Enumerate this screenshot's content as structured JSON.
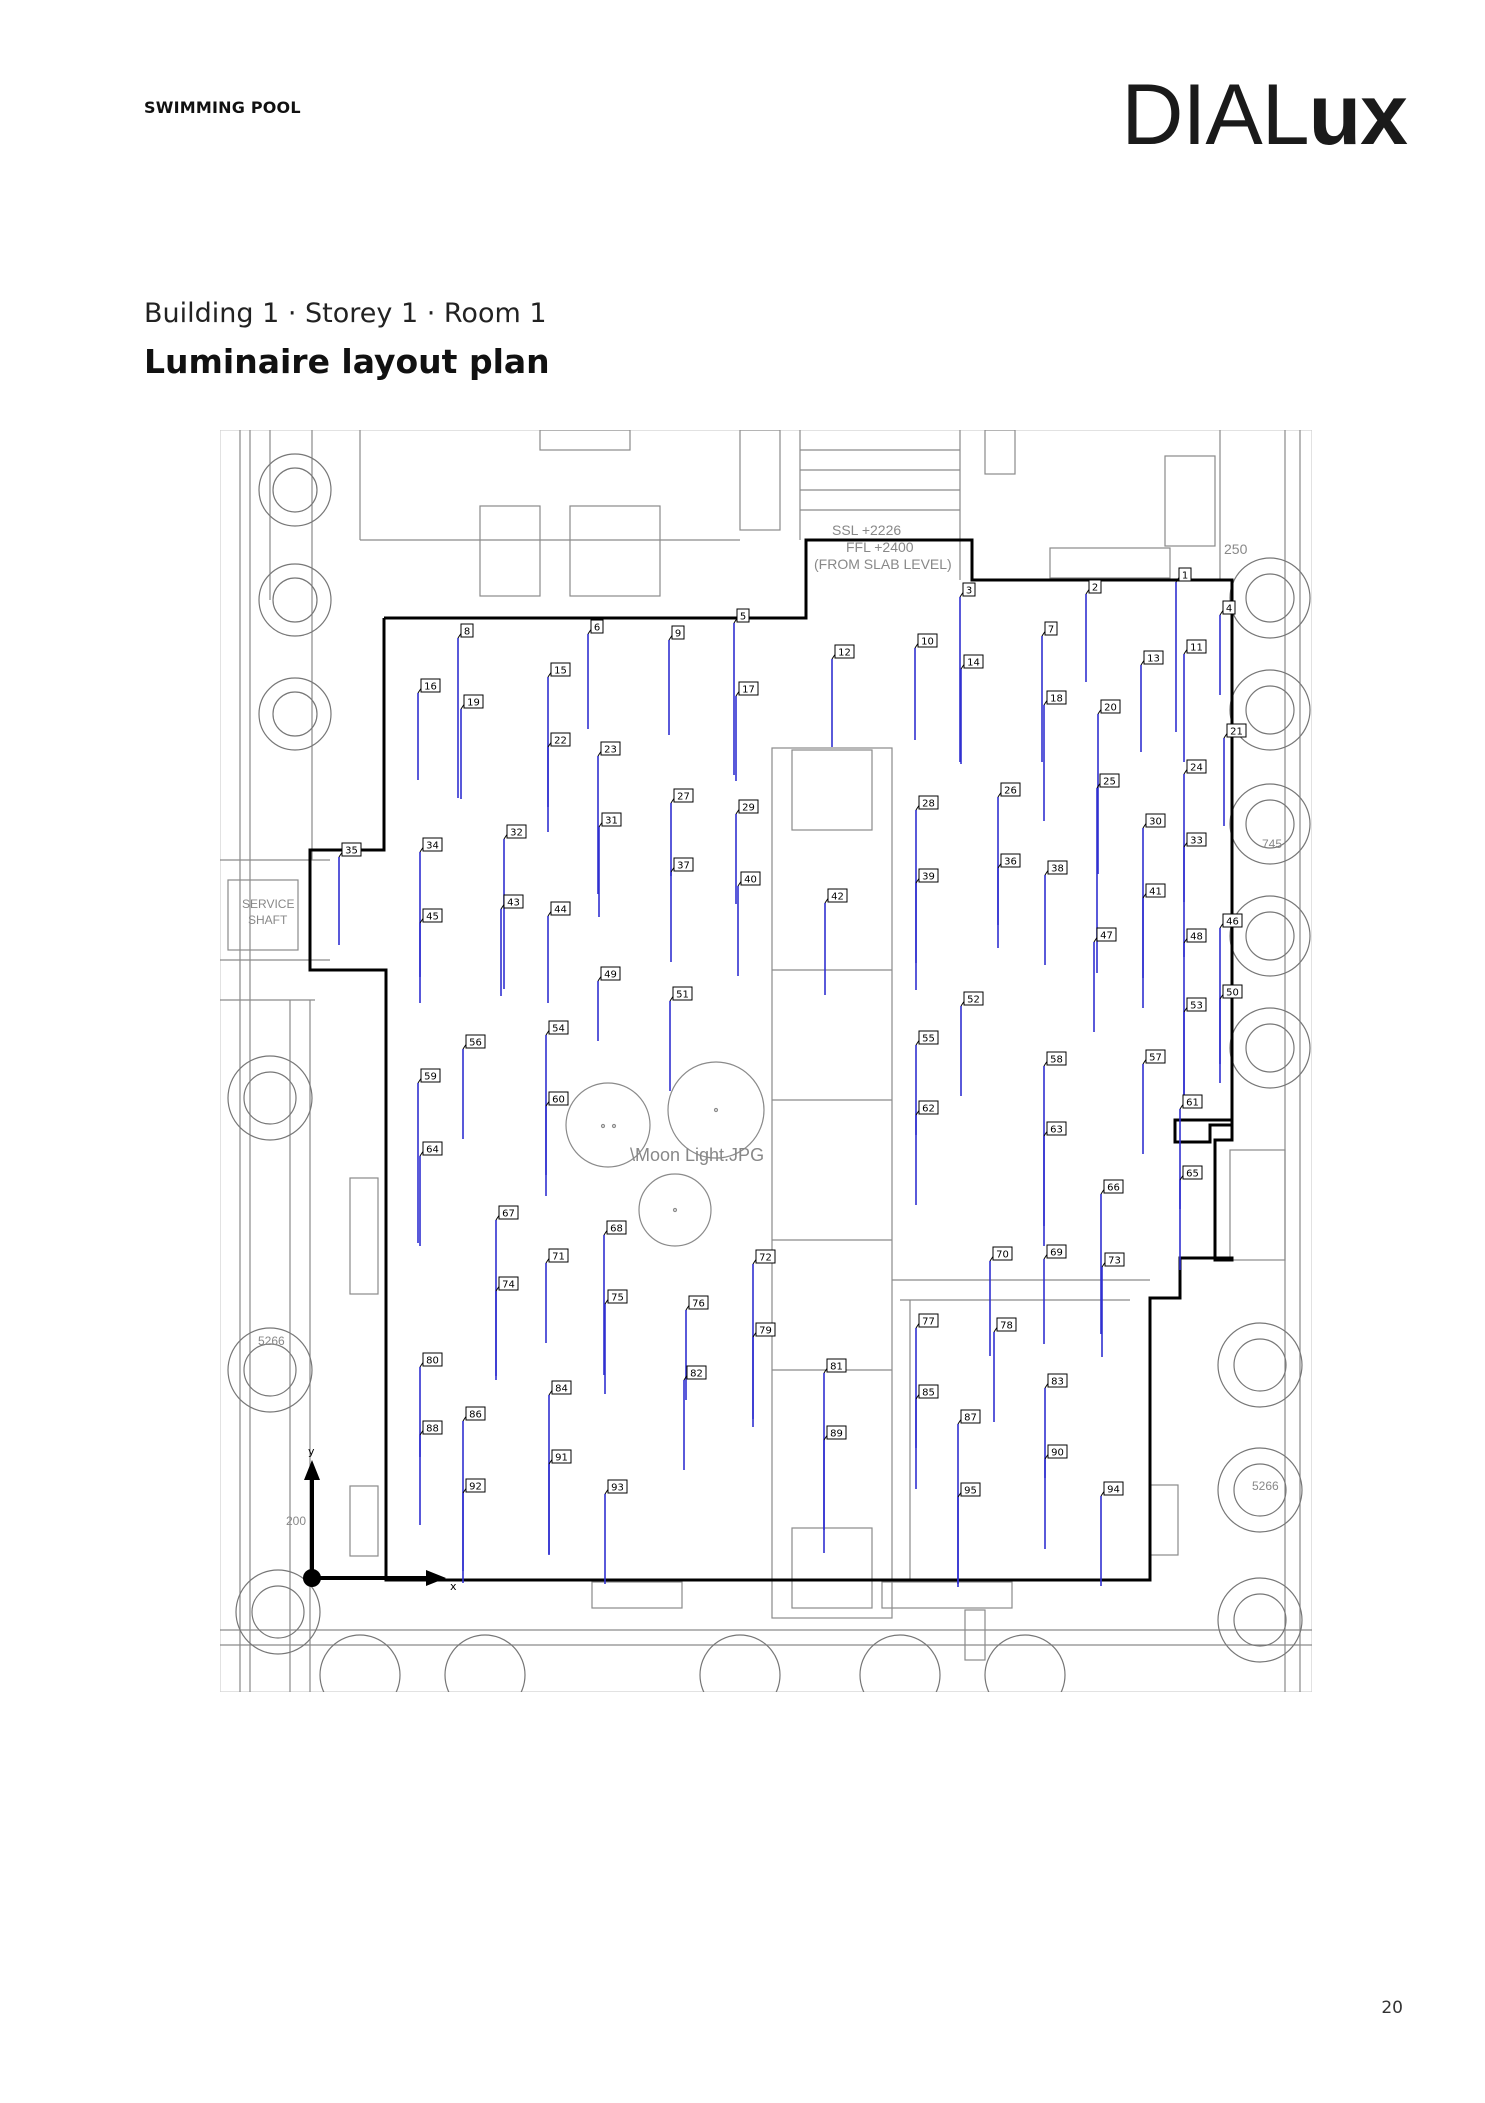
{
  "header": {
    "project_name": "SWIMMING POOL",
    "logo_part1": "DIAL",
    "logo_part2": "ux"
  },
  "breadcrumb": "Building 1 · Storey 1 · Room 1",
  "page_title": "Luminaire layout plan",
  "page_number": "20",
  "plan": {
    "level_note": [
      "SSL +2226",
      "FFL +2400",
      "(FROM SLAB LEVEL)"
    ],
    "service_shaft": [
      "SERVICE",
      "SHAFT"
    ],
    "image_ref": "\\Moon Light.JPG",
    "dimensions": [
      "250",
      "745",
      "5266",
      "5266",
      "200"
    ],
    "axis_x": "x",
    "axis_y": "y",
    "luminaire_ids": [
      "1",
      "2",
      "3",
      "4",
      "5",
      "6",
      "7",
      "8",
      "9",
      "10",
      "11",
      "12",
      "13",
      "14",
      "15",
      "16",
      "17",
      "18",
      "19",
      "20",
      "21",
      "22",
      "23",
      "24",
      "25",
      "26",
      "27",
      "28",
      "29",
      "30",
      "31",
      "32",
      "33",
      "34",
      "35",
      "36",
      "37",
      "38",
      "39",
      "40",
      "41",
      "42",
      "43",
      "44",
      "45",
      "46",
      "47",
      "48",
      "49",
      "50",
      "51",
      "52",
      "53",
      "54",
      "55",
      "56",
      "57",
      "58",
      "59",
      "60",
      "61",
      "62",
      "63",
      "64",
      "65",
      "66",
      "67",
      "68",
      "69",
      "70",
      "71",
      "72",
      "73",
      "74",
      "75",
      "76",
      "77",
      "78",
      "79",
      "80",
      "81",
      "82",
      "83",
      "84",
      "85",
      "86",
      "87",
      "88",
      "89",
      "90",
      "91",
      "92",
      "93",
      "94",
      "95"
    ],
    "colors": {
      "luminaire_line": "#3030d0",
      "wall": "#000000",
      "drawing": "#8a8a8a"
    }
  }
}
